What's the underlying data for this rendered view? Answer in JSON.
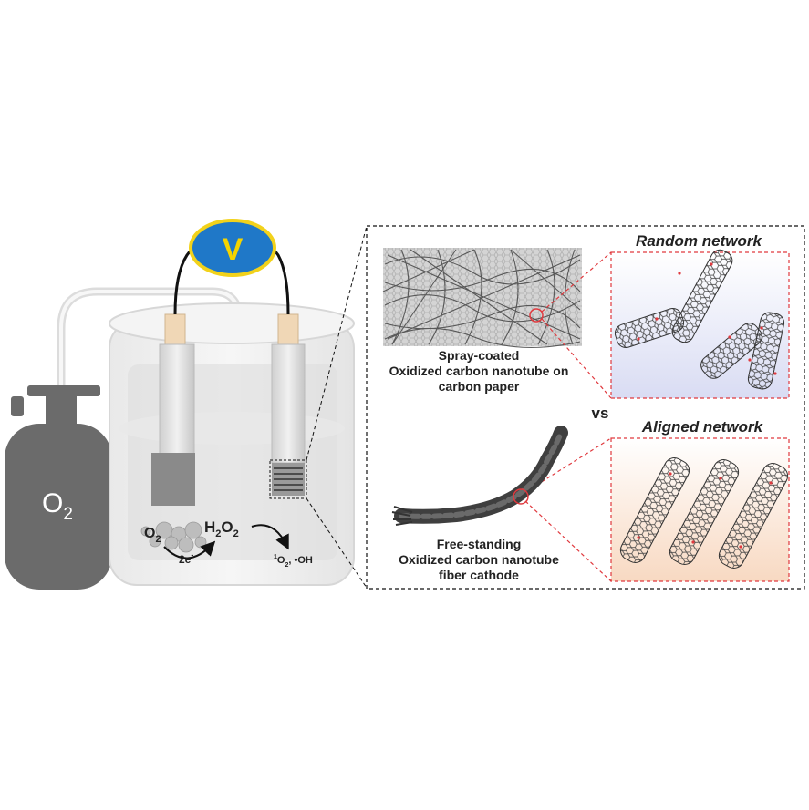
{
  "cylinder": {
    "label_main": "O",
    "label_sub": "2"
  },
  "voltmeter": {
    "label": "V"
  },
  "reaction": {
    "reactant_main": "O",
    "reactant_sub": "2",
    "electrons_main": "2e",
    "electrons_sup": "-",
    "product_h": "H",
    "product_sub1": "2",
    "product_o": "O",
    "product_sub2": "2",
    "radicals_sup": "1",
    "radicals_o": "O",
    "radicals_sub": "2",
    "radicals_rest": ", •OH"
  },
  "panel_top": {
    "caption_line1": "Spray-coated",
    "caption_line2": "Oxidized carbon nanotube on",
    "caption_line3": "carbon paper",
    "network_title": "Random network"
  },
  "vs_label": "vs",
  "panel_bottom": {
    "caption_line1": "Free-standing",
    "caption_line2": "Oxidized carbon nanotube",
    "caption_line3": "fiber cathode",
    "network_title": "Aligned network"
  },
  "colors": {
    "cylinder": "#6b6b6b",
    "voltmeter_fill": "#1f78c8",
    "voltmeter_border": "#f2d21b",
    "voltmeter_text": "#f5d400",
    "dashed_red": "#e0393e",
    "random_bg": "#e4e6f6",
    "aligned_bg": "#fbe6d6"
  }
}
